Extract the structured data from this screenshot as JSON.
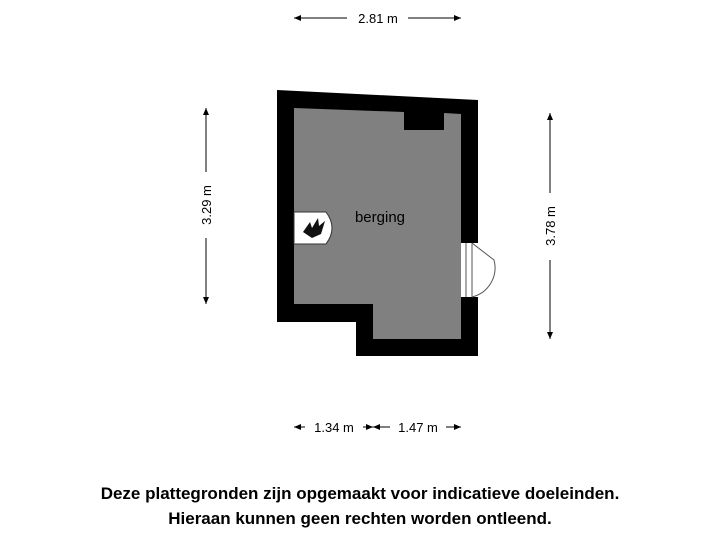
{
  "room": {
    "label": "berging"
  },
  "dimensions": {
    "top": "2.81 m",
    "left": "3.29 m",
    "right": "3.78 m",
    "bottom_left": "1.34 m",
    "bottom_right": "1.47 m"
  },
  "disclaimer": {
    "line1": "Deze plattegronden zijn opgemaakt voor indicatieve doeleinden.",
    "line2": "Hieraan kunnen geen rechten worden ontleend."
  },
  "colors": {
    "wall": "#000000",
    "floor": "#808080",
    "background": "#ffffff"
  },
  "icons": {
    "appliance": "boiler-icon"
  }
}
